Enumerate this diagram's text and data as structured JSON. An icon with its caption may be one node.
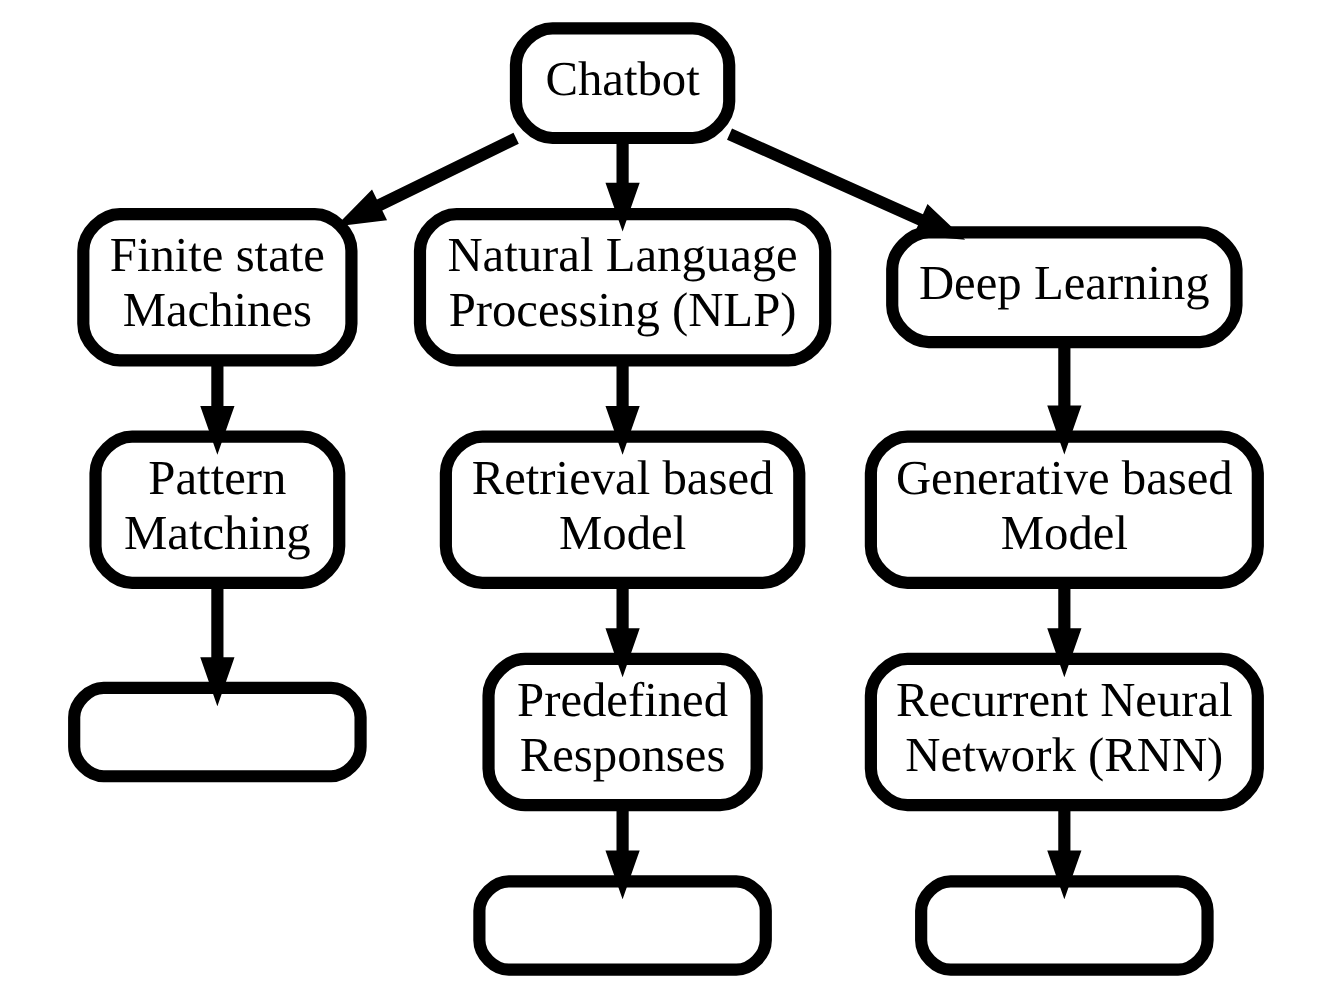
{
  "diagram": {
    "nodes": [
      {
        "text": [
          "Chatbot"
        ]
      },
      {
        "text": [
          "Finite state Machines"
        ]
      },
      {
        "text": [
          "Natural Language Processing (NLP)"
        ]
      },
      {
        "text": [
          "Deep Learning"
        ]
      },
      {
        "text": [
          "Pattern Matching"
        ]
      },
      {
        "text": [
          "Retrieval based Model"
        ]
      },
      {
        "text": [
          "Generative based Model"
        ]
      },
      {
        "text": [],
        "shape": "box"
      },
      {
        "text": [
          "Predefined Responses"
        ]
      },
      {
        "text": [
          "Recurrent Neural Network (RNN)"
        ]
      },
      {
        "text": [],
        "shape": "box"
      },
      {
        "text": [],
        "shape": "box"
      }
    ],
    "edges": [
      {
        "from": 0,
        "to": 1,
        "arrow": "to"
      },
      {
        "from": 0,
        "to": 2,
        "arrow": "to"
      },
      {
        "from": 0,
        "to": 3,
        "arrow": "to"
      },
      {
        "from": 1,
        "to": 4,
        "arrow": "to"
      },
      {
        "from": 2,
        "to": 5,
        "arrow": "to"
      },
      {
        "from": 3,
        "to": 6,
        "arrow": "to"
      },
      {
        "from": 4,
        "to": 7,
        "arrow": "to"
      },
      {
        "from": 5,
        "to": 8,
        "arrow": "to"
      },
      {
        "from": 6,
        "to": 9,
        "arrow": "to"
      },
      {
        "from": 8,
        "to": 10,
        "arrow": "to"
      },
      {
        "from": 9,
        "to": 11,
        "arrow": "to"
      }
    ]
  }
}
